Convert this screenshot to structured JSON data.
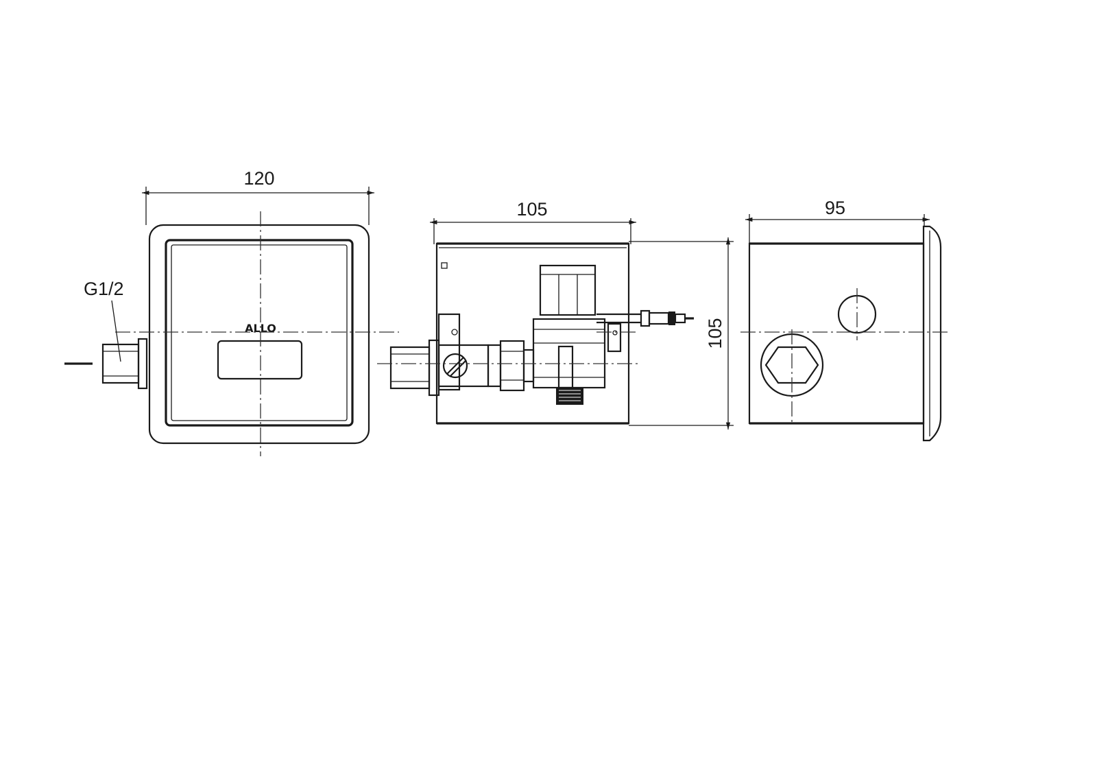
{
  "views": {
    "front": {
      "width_label": "120",
      "connection_label": "G1/2",
      "logo_text": "ALLO"
    },
    "side": {
      "width_label": "105",
      "height_label": "105"
    },
    "rear": {
      "width_label": "95"
    }
  }
}
